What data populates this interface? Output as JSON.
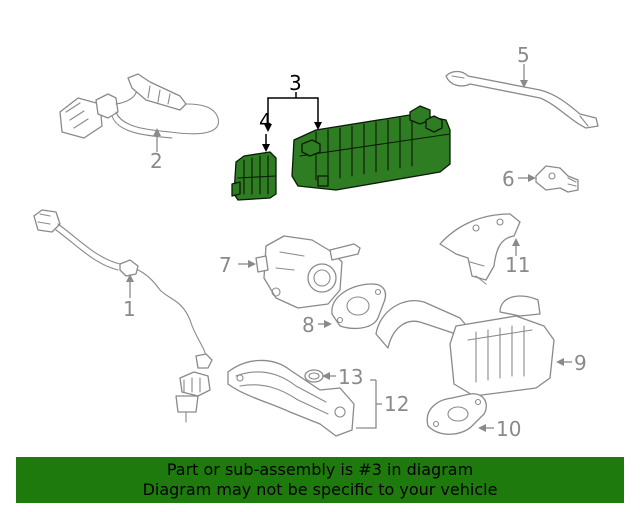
{
  "callouts": {
    "c1": "1",
    "c2": "2",
    "c3": "3",
    "c4": "4",
    "c5": "5",
    "c6": "6",
    "c7": "7",
    "c8": "8",
    "c9": "9",
    "c10": "10",
    "c11": "11",
    "c12": "12",
    "c13": "13"
  },
  "highlight": {
    "fill": "#2f7d22",
    "banner_bg": "#1f7a0d"
  },
  "banner": {
    "line1": "Part or sub-assembly is #3 in diagram",
    "line2": "Diagram may not be specific to your vehicle"
  }
}
